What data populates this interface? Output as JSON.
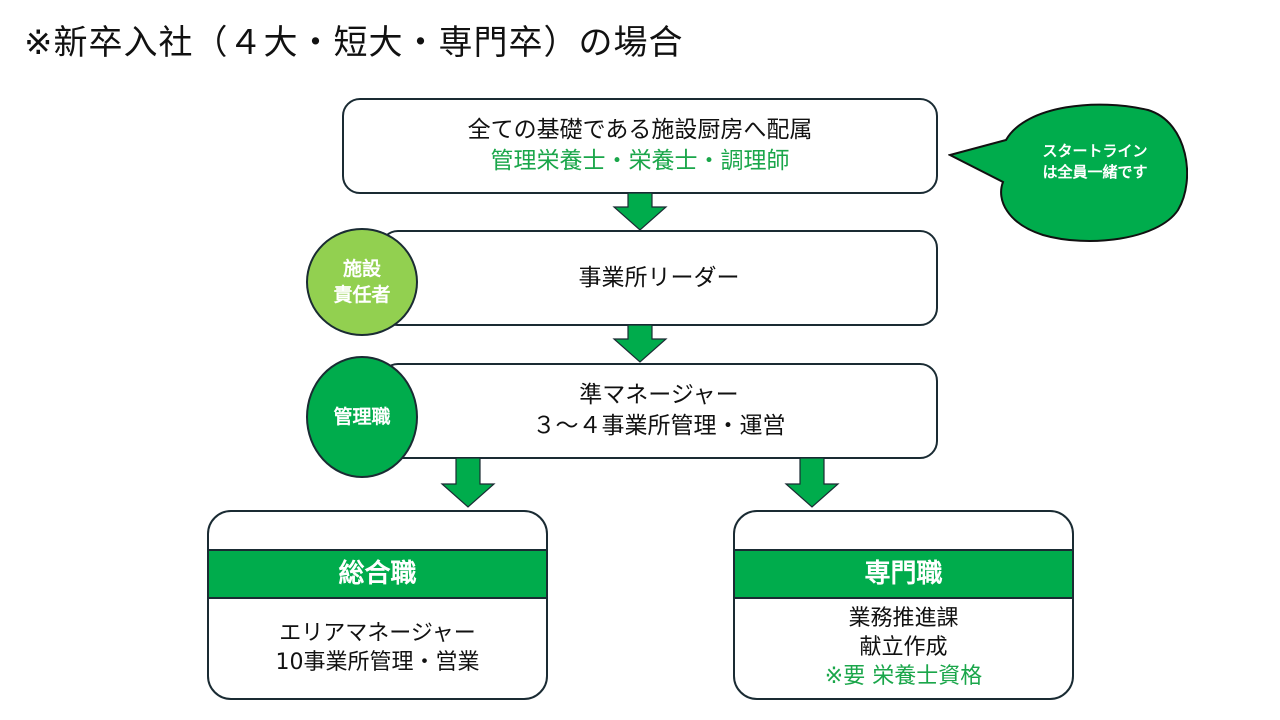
{
  "title": "※新卒入社（４大・短大・専門卒）の場合",
  "colors": {
    "primary_green": "#00ac4c",
    "light_green": "#92d050",
    "text_green": "#1aa64a",
    "border": "#1a2b33"
  },
  "steps": [
    {
      "lines": [
        "全ての基礎である施設厨房へ配属"
      ],
      "highlight": "管理栄養士・栄養士・調理師"
    },
    {
      "lines": [
        "事業所リーダー"
      ],
      "badge": {
        "lines": [
          "施設",
          "責任者"
        ],
        "icon": "light-green-circle"
      }
    },
    {
      "lines": [
        "準マネージャー",
        "３～４事業所管理・運営"
      ],
      "badge": {
        "lines": [
          "管理職"
        ],
        "icon": "green-circle"
      }
    }
  ],
  "callout": {
    "lines": [
      "スタートライン",
      "は全員一緒です"
    ]
  },
  "tracks": [
    {
      "header": "総合職",
      "lines": [
        "エリアマネージャー",
        "10事業所管理・営業"
      ],
      "note": ""
    },
    {
      "header": "専門職",
      "lines": [
        "業務推進課",
        "献立作成"
      ],
      "note": "※要 栄養士資格"
    }
  ],
  "arrows": {
    "icon": "down-arrow-icon",
    "count": 4
  }
}
